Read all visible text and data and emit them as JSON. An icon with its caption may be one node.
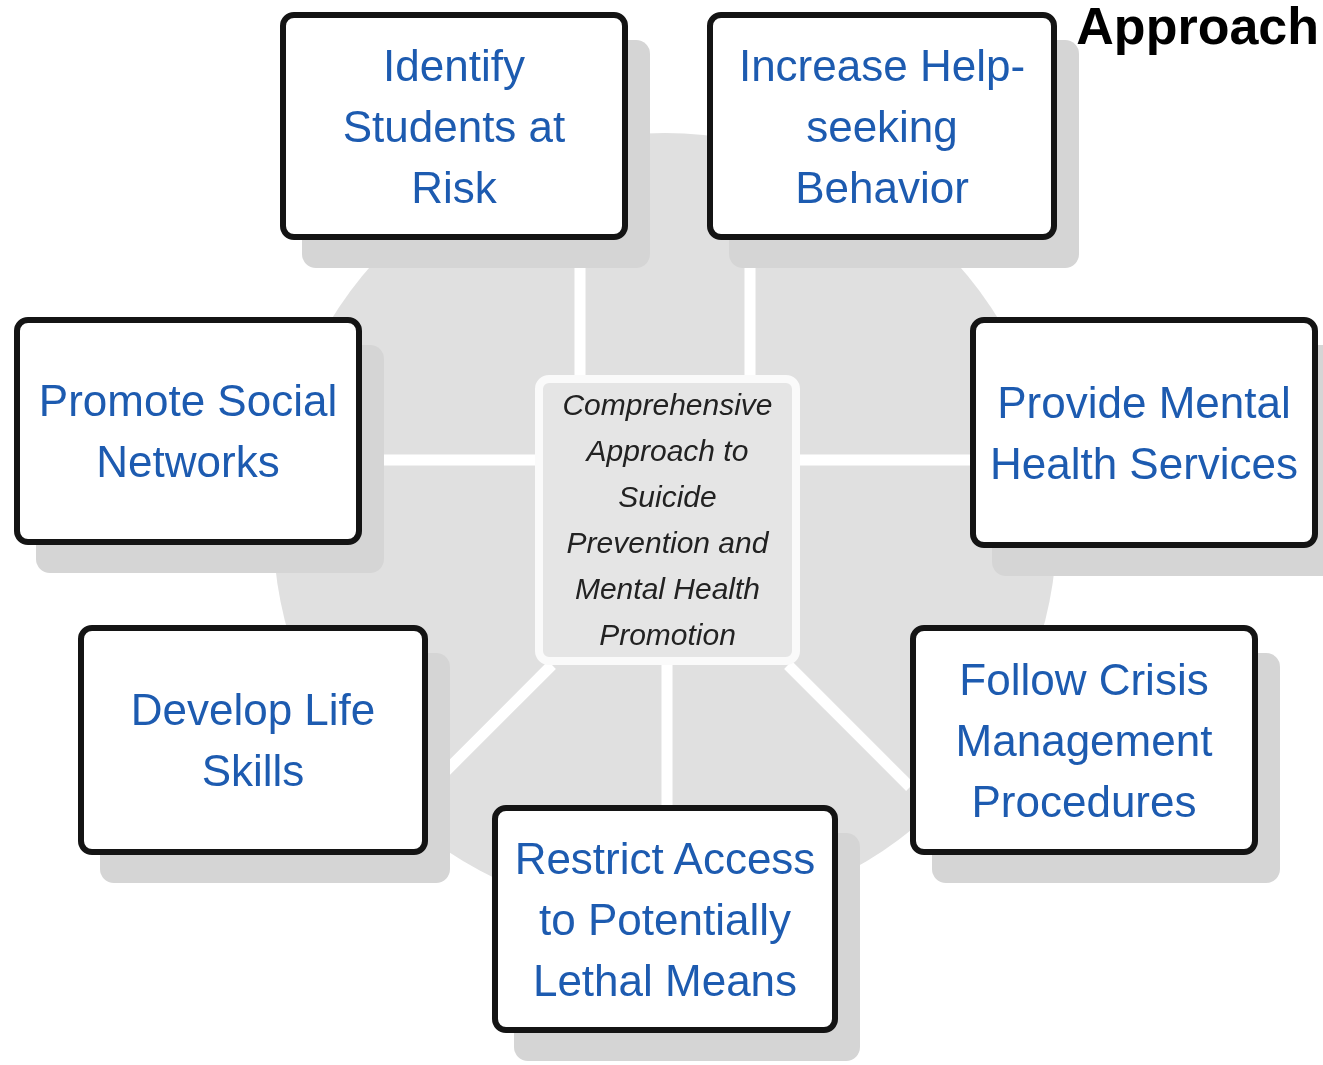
{
  "diagram": {
    "title": "Approach",
    "nodes": [
      {
        "text": [
          "Comprehensive Approach to Suicide Prevention and Mental Health Promotion"
        ]
      },
      {
        "text": [
          "Identify Students at Risk"
        ]
      },
      {
        "text": [
          "Increase Help-seeking Behavior"
        ]
      },
      {
        "text": [
          "Promote Social Networks"
        ]
      },
      {
        "text": [
          "Provide Mental Health Services"
        ]
      },
      {
        "text": [
          "Develop Life Skills"
        ]
      },
      {
        "text": [
          "Follow Crisis Management Procedures"
        ]
      },
      {
        "text": [
          "Restrict Access to Potentially Lethal Means"
        ]
      }
    ],
    "edges": [
      {
        "from": 0,
        "to": 1,
        "arrow": "none"
      },
      {
        "from": 0,
        "to": 2,
        "arrow": "none"
      },
      {
        "from": 0,
        "to": 3,
        "arrow": "none"
      },
      {
        "from": 0,
        "to": 4,
        "arrow": "none"
      },
      {
        "from": 0,
        "to": 5,
        "arrow": "none"
      },
      {
        "from": 0,
        "to": 6,
        "arrow": "none"
      },
      {
        "from": 0,
        "to": 7,
        "arrow": "none"
      }
    ]
  }
}
